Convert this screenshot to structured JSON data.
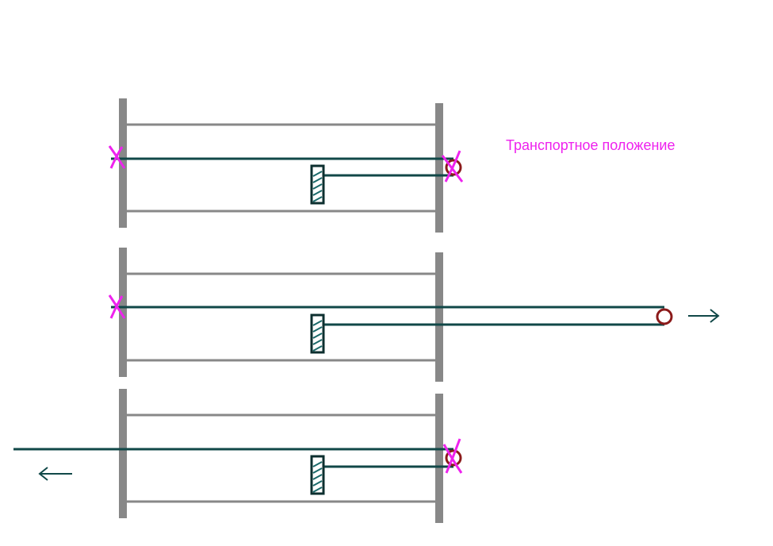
{
  "caption": {
    "text": "Транспортное положение"
  },
  "colors": {
    "frame": "#888888",
    "cable": "#114848",
    "marker": "#ee22ee",
    "ring": "#8b1a1a",
    "block_fill": "#1a6a6a",
    "background": "#ffffff"
  },
  "icons": {
    "cross_marker": "x-mark-icon",
    "ring": "ring-icon",
    "block": "hatched-block-icon",
    "arrow_right": "arrow-right-icon",
    "arrow_left": "arrow-left-icon"
  },
  "panels": [
    {
      "name": "panel-1",
      "state": "transport",
      "left_cross": true,
      "right_cross": true,
      "ring": "right-post",
      "arrow": "none"
    },
    {
      "name": "panel-2",
      "state": "pulled-right",
      "left_cross": true,
      "right_cross": false,
      "ring": "extended",
      "arrow": "right"
    },
    {
      "name": "panel-3",
      "state": "pulled-left",
      "left_cross": false,
      "right_cross": true,
      "ring": "right-post",
      "arrow": "left"
    }
  ]
}
